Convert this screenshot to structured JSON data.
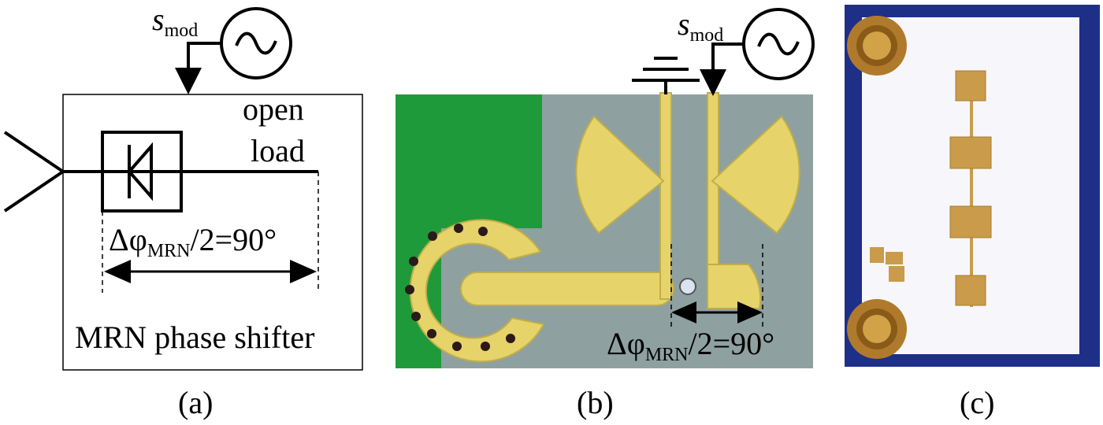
{
  "panel_a": {
    "signal_label": "s",
    "signal_subscript": "mod",
    "open_line1": "open",
    "open_line2": "load",
    "phase_prefix": "Δφ",
    "phase_subscript": "MRN",
    "phase_suffix": "/2=90°",
    "box_title": "MRN phase shifter",
    "caption": "(a)"
  },
  "panel_b": {
    "signal_label": "s",
    "signal_subscript": "mod",
    "phase_prefix": "Δφ",
    "phase_subscript": "MRN",
    "phase_suffix": "/2=90°",
    "caption": "(b)"
  },
  "panel_c": {
    "caption": "(c)"
  },
  "colors": {
    "pcb_green": "#1f9a3a",
    "substrate_gray": "#8fa0a0",
    "metal_gold": "#e6d36a",
    "board_blue": "#1e2f88",
    "copper": "#c99b4a"
  }
}
